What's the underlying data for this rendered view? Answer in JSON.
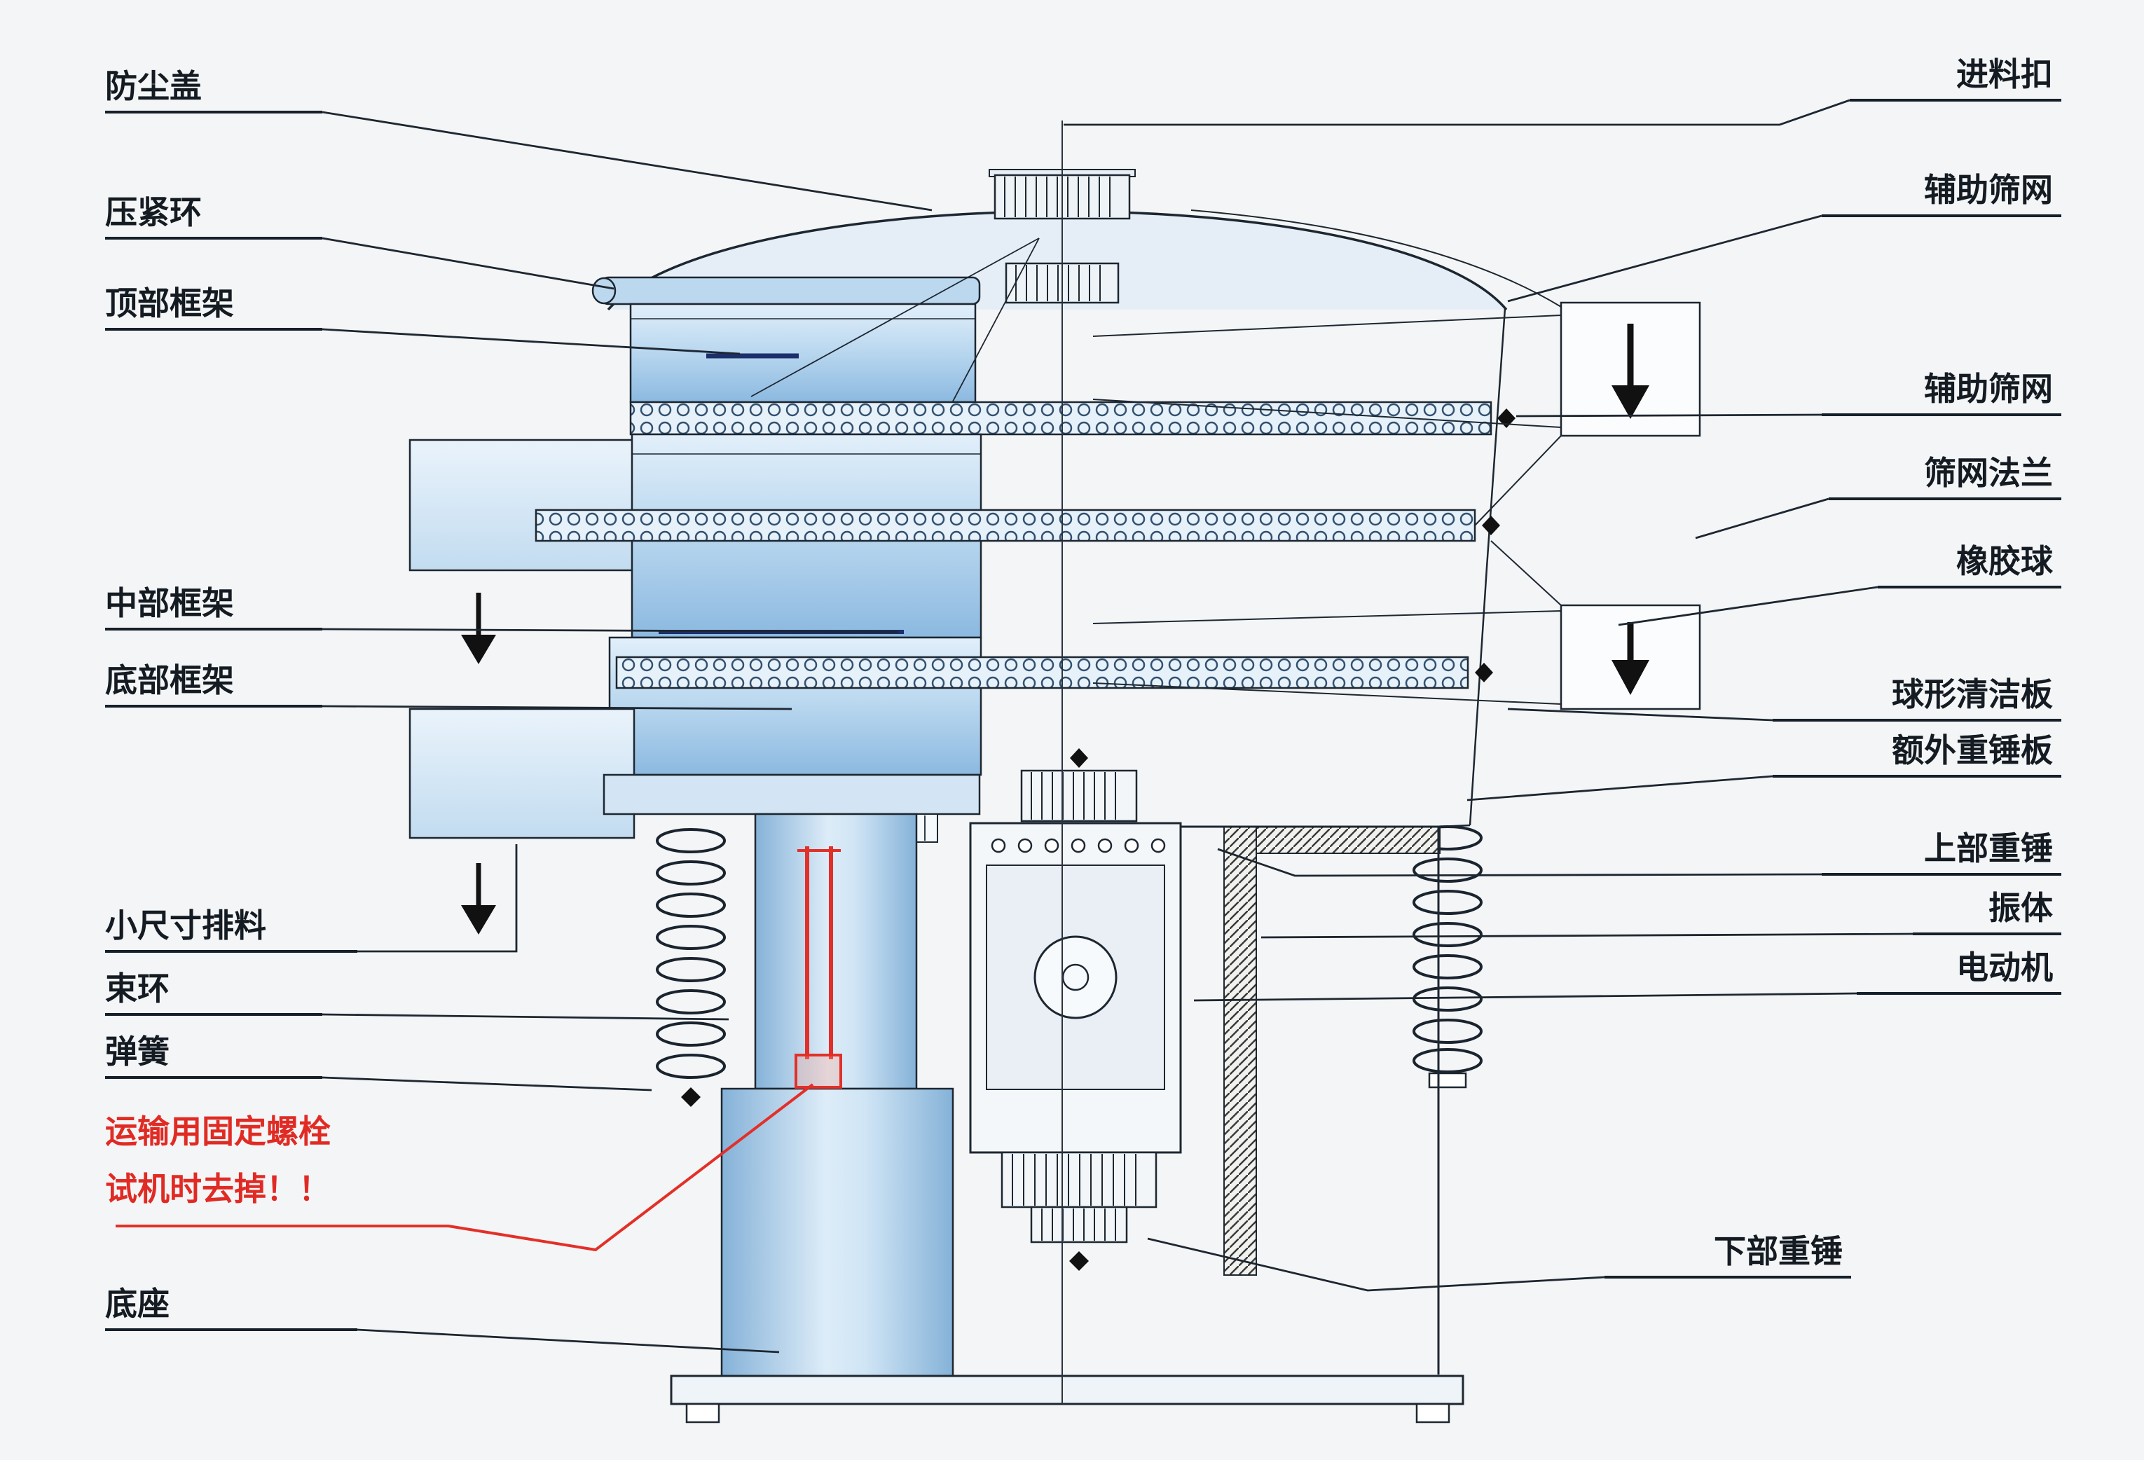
{
  "diagram": {
    "colors": {
      "machine_blue": "#bcd9f0",
      "machine_blue_dark": "#8cb9e0",
      "line": "#1d2731",
      "warning_red": "#e02b24",
      "background": "#f4f5f6"
    },
    "labels_left": {
      "dust_cover": "防尘盖",
      "press_ring": "压紧环",
      "top_frame": "顶部框架",
      "middle_frame": "中部框架",
      "bottom_frame": "底部框架",
      "small_discharge": "小尺寸排料",
      "clamp_band": "束环",
      "spring": "弹簧",
      "base": "底座"
    },
    "warning_note": {
      "line1": "运输用固定螺栓",
      "line2": "试机时去掉！！"
    },
    "labels_right": {
      "feed_inlet": "进料扣",
      "aux_screen_top": "辅助筛网",
      "aux_screen_mid": "辅助筛网",
      "screen_flange": "筛网法兰",
      "rubber_ball": "橡胶球",
      "ball_cleaning_plate": "球形清洁板",
      "extra_weight_plate": "额外重锤板",
      "upper_weight": "上部重锤",
      "vibrating_body": "振体",
      "motor": "电动机",
      "lower_weight": "下部重锤"
    }
  }
}
